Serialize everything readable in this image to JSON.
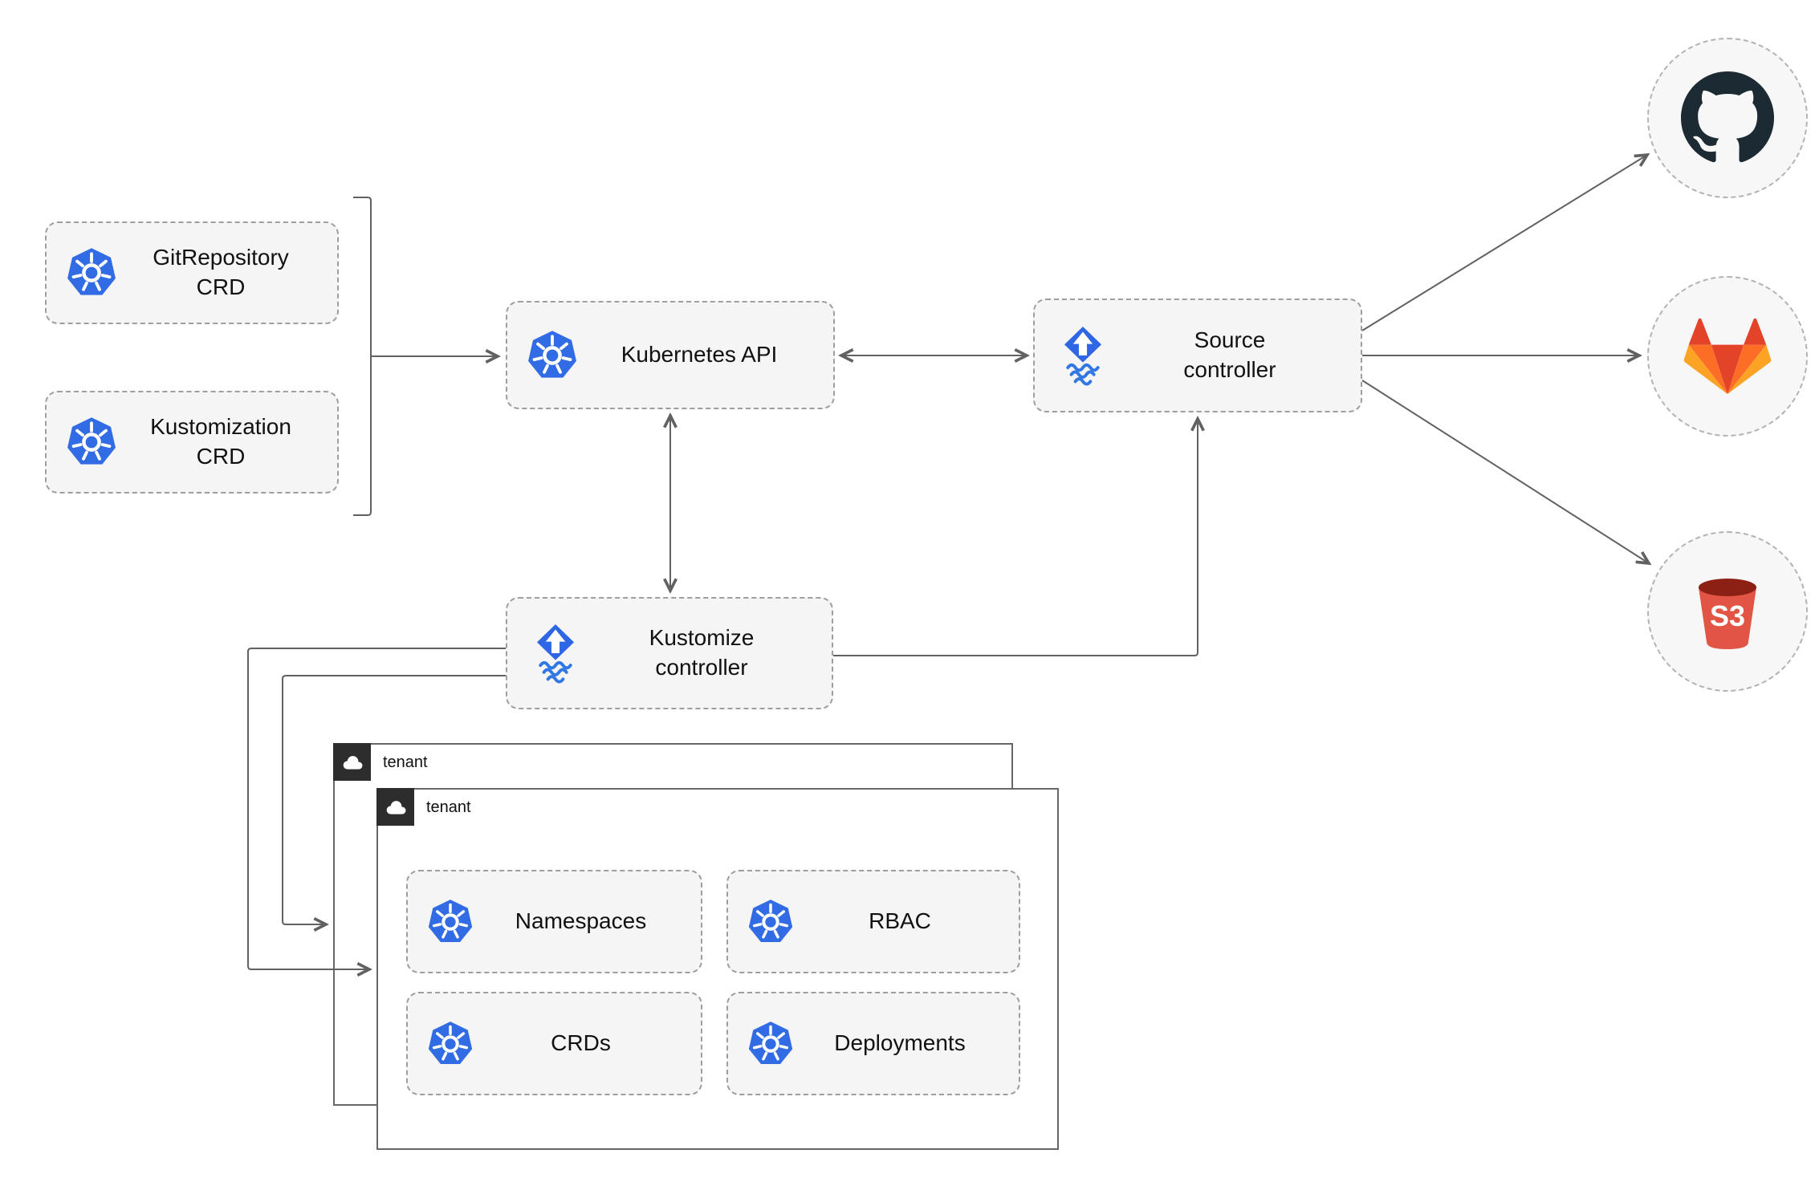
{
  "diagram": {
    "crd_boxes": [
      {
        "label": "GitRepository\nCRD",
        "icon": "kubernetes-icon"
      },
      {
        "label": "Kustomization\nCRD",
        "icon": "kubernetes-icon"
      }
    ],
    "kubernetes_api": {
      "label": "Kubernetes API",
      "icon": "kubernetes-icon"
    },
    "source_controller": {
      "label": "Source\ncontroller",
      "icon": "flux-icon"
    },
    "kustomize_controller": {
      "label": "Kustomize\ncontroller",
      "icon": "flux-icon"
    },
    "tenants": [
      {
        "label": "tenant",
        "icon": "cloud-icon"
      },
      {
        "label": "tenant",
        "icon": "cloud-icon"
      }
    ],
    "tenant_resources": [
      {
        "label": "Namespaces",
        "icon": "kubernetes-icon"
      },
      {
        "label": "RBAC",
        "icon": "kubernetes-icon"
      },
      {
        "label": "CRDs",
        "icon": "kubernetes-icon"
      },
      {
        "label": "Deployments",
        "icon": "kubernetes-icon"
      }
    ],
    "remote_sources": [
      {
        "icon": "github-icon"
      },
      {
        "icon": "gitlab-icon"
      },
      {
        "icon": "s3-icon",
        "text": "S3"
      }
    ],
    "s3_label": "S3",
    "colors": {
      "kubernetes_blue": "#326ce5",
      "flux_blue": "#2f66e3",
      "flux_wave_blue": "#3178e4",
      "node_fill": "#f5f5f5",
      "node_border": "#9e9e9e",
      "connector": "#616161",
      "tenant_tab_bg": "#2d2d2d",
      "github_dark": "#1b2a33",
      "gitlab_red": "#e24329",
      "gitlab_orange": "#fc6d26",
      "gitlab_amber": "#fca326",
      "s3_red": "#e25444",
      "s3_dark": "#8c2014"
    }
  }
}
